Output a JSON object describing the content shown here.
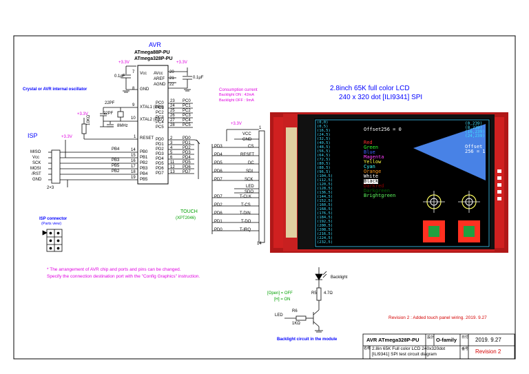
{
  "avr": {
    "title": "AVR",
    "chip1": "ATmega88P-PU",
    "chip2": "ATmega328P-PU",
    "vcc_rail": "+3.3V",
    "pins_left": [
      "Vcc",
      "GND",
      "XTAL1 (PB6)",
      "XTAL2 (PB7)",
      "RESET"
    ],
    "pins_left_num": [
      "7",
      "8",
      "9",
      "10",
      "1"
    ],
    "pins_top_right": [
      "AVcc",
      "AREF",
      "AGND"
    ],
    "pins_top_right_num": [
      "20",
      "21",
      "22"
    ],
    "port_c": [
      "PC0",
      "PC1",
      "PC2",
      "PC3",
      "PC4",
      "PC5"
    ],
    "port_c_num": [
      "23",
      "24",
      "25",
      "26",
      "27",
      "28"
    ],
    "port_c_net": [
      "PC0",
      "PC1",
      "PC2",
      "PC3",
      "PC4",
      "PC5"
    ],
    "port_d": [
      "PD0",
      "PD1",
      "PD2",
      "PD3",
      "PD4",
      "PD5",
      "PD6",
      "PD7"
    ],
    "port_d_num": [
      "2",
      "3",
      "4",
      "5",
      "6",
      "11",
      "12",
      "13"
    ],
    "port_d_net": [
      "PD0",
      "PD1",
      "PD2",
      "PD3",
      "PD4",
      "PD5",
      "PD6",
      "PD7"
    ],
    "port_b": [
      "PB0",
      "PB1",
      "PB2",
      "PB3",
      "PB4",
      "PB5"
    ],
    "port_b_num": [
      "14",
      "15",
      "16",
      "17",
      "18",
      "19"
    ],
    "cap1": "0.1μF",
    "cap2": "0.1μF"
  },
  "oscillator": {
    "note": "Crystal or AVR internal oscillator",
    "c1": "22PF",
    "c2": "22PF",
    "xtal": "8MHz"
  },
  "isp": {
    "title": "ISP",
    "vcc": "+3.3V",
    "pins": [
      "MISO",
      "Vcc",
      "SCK",
      "MOSI",
      "/RST",
      "GND"
    ],
    "nets": [
      "PB4",
      "PB3",
      "PB5",
      "PB2"
    ],
    "resistor": "10KΩ",
    "grid": "2×3",
    "connector_label": "ISP connector",
    "connector_sub": "(Parts view)"
  },
  "consumption": {
    "title": "Consumption current",
    "line1": "Backlight ON  :  42mA",
    "line2": "Backlight OFF  :  9mA"
  },
  "lcd_pins": {
    "vcc_rail": "+3.3V",
    "labels": [
      "VCC",
      "GND",
      "CS",
      "RESET",
      "DC",
      "SDI",
      "SCK",
      "LED",
      "SDO",
      "T-CLK",
      "T-CS",
      "T-DIN",
      "T-DO",
      "T-IRQ"
    ],
    "nets": [
      "",
      "",
      "PD3",
      "PD4",
      "PD5",
      "PD6",
      "PD7",
      "",
      "",
      "PD7",
      "PD2",
      "PD6",
      "PD1",
      "PD0"
    ],
    "pin1": "1",
    "pin14": "14"
  },
  "touch": {
    "title": "TOUCH",
    "sub": "(XPT2046)"
  },
  "lcd": {
    "title1": "2.8inch 65K full color LCD",
    "title2": "240 x 320 dot [ILI9341] SPI",
    "offset_line": "Offset256 = 0",
    "left_coords": [
      "(0,0)",
      "(0,5)",
      "(16,5)",
      "(24,5)",
      "(32,5)",
      "(40,5)",
      "(48,5)",
      "(56,5)",
      "(64,5)",
      "(72,5)",
      "(80,5)",
      "(88,5)",
      "(96,5)",
      "(104,5)",
      "(112,5)",
      "(120,5)",
      "(128,5)",
      "(136,5)",
      "(144,5)",
      "(152,5)",
      "(160,5)",
      "(168,5)",
      "(176,5)",
      "(184,5)",
      "(192,5)",
      "(200,5)",
      "(208,5)",
      "(216,5)",
      "(224,5)",
      "(232,5)"
    ],
    "right_coords": [
      "(0,239)",
      "(8,239)",
      "(16,239)",
      "(24,239)"
    ],
    "offset2a": "Offset",
    "offset2b": "256 = 1",
    "colors": [
      {
        "name": "Red",
        "color": "#ff3030"
      },
      {
        "name": "Green",
        "color": "#30ff30"
      },
      {
        "name": "Blue",
        "color": "#4060ff"
      },
      {
        "name": "Magenta",
        "color": "#ff40ff"
      },
      {
        "name": "Yellow",
        "color": "#ffff40"
      },
      {
        "name": "Cyan",
        "color": "#40ffff"
      },
      {
        "name": "Orange",
        "color": "#ff9a20"
      },
      {
        "name": "White",
        "color": "#ffffff"
      },
      {
        "name": "Black",
        "color": "#000000"
      },
      {
        "name": "Darkred",
        "color": "#8a0000"
      },
      {
        "name": "Darkgreen",
        "color": "#006000"
      },
      {
        "name": "Brightgreen",
        "color": "#60ff60"
      }
    ]
  },
  "notes": {
    "line1": "* The arrangement of AVR chip and ports and pins can be changed.",
    "line2": "  Specify the connection destination port with the \"Config Graphics\" instruction."
  },
  "backlight": {
    "label": "Backlight",
    "open_off": "[Open] = OFF",
    "h_on": "[H] = ON",
    "resistor_r5": "R5",
    "resistor_r5_val": "4.7Ω",
    "led_net": "LED",
    "resistor_r6": "R6",
    "resistor_r6_val": "1KΩ",
    "caption": "Backlight circuit in the module"
  },
  "revision_note": "Revision 2 : Added touch panel wiring.  2019. 9.27",
  "title_block": {
    "title": "AVR ATmega328P-PU",
    "design_label": "設計",
    "designer": "O-family",
    "date_label": "日付",
    "date": "2019. 9.27",
    "name_label": "名称",
    "desc1": "2.8in 65K Full color LCD 240x320dot",
    "desc2": "[ILI9341] SPI test circuit diagram",
    "no_label": "番号",
    "revision": "Revision 2"
  }
}
